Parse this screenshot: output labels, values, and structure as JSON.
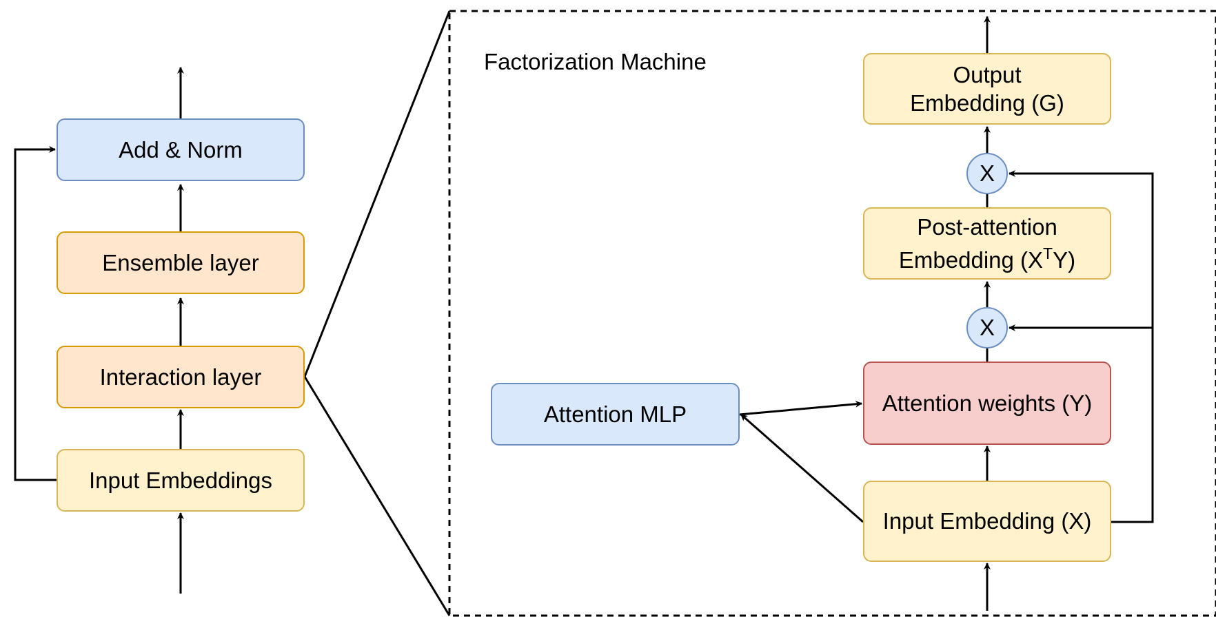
{
  "left_stack": {
    "add_norm": "Add & Norm",
    "ensemble": "Ensemble layer",
    "interaction": "Interaction layer",
    "input_embeddings": "Input Embeddings"
  },
  "fm": {
    "title": "Factorization Machine",
    "output": {
      "line1": "Output",
      "line2": "Embedding (G)"
    },
    "post_attention": {
      "line1": "Post-attention",
      "line2_pre": "Embedding (X",
      "line2_sup": "T",
      "line2_post": "Y)"
    },
    "attention_weights": "Attention weights (Y)",
    "attention_mlp": "Attention MLP",
    "input_embedding": "Input Embedding (X)",
    "multiply_top": "X",
    "multiply_bottom": "X"
  },
  "colors": {
    "blue_fill": "#dae8fc",
    "blue_stroke": "#6c8ebf",
    "orange_fill": "#ffe6cc",
    "orange_stroke": "#d79b00",
    "yellow_fill": "#fff2cc",
    "yellow_stroke": "#d6b656",
    "red_fill": "#f8cecc",
    "red_stroke": "#b85450"
  }
}
